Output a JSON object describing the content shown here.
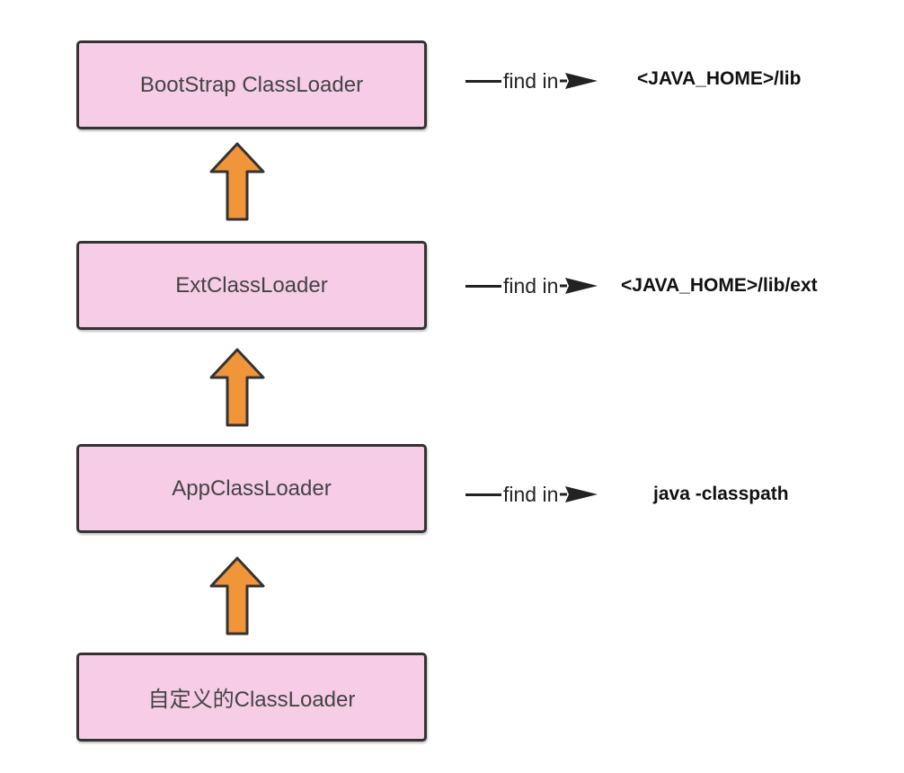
{
  "loaders": [
    {
      "label": "BootStrap ClassLoader",
      "find_text": "find in",
      "target": "<JAVA_HOME>/lib"
    },
    {
      "label": "ExtClassLoader",
      "find_text": "find in",
      "target": "<JAVA_HOME>/lib/ext"
    },
    {
      "label": "AppClassLoader",
      "find_text": "find in",
      "target": "java -classpath"
    },
    {
      "label": "自定义的ClassLoader"
    }
  ],
  "colors": {
    "box_fill": "#f6cce6",
    "box_border": "#333333",
    "arrow_fill": "#f0953a",
    "arrow_stroke": "#333333"
  },
  "icons": {
    "up_arrow": "up-arrow-icon",
    "pointer": "right-pointer-icon"
  }
}
